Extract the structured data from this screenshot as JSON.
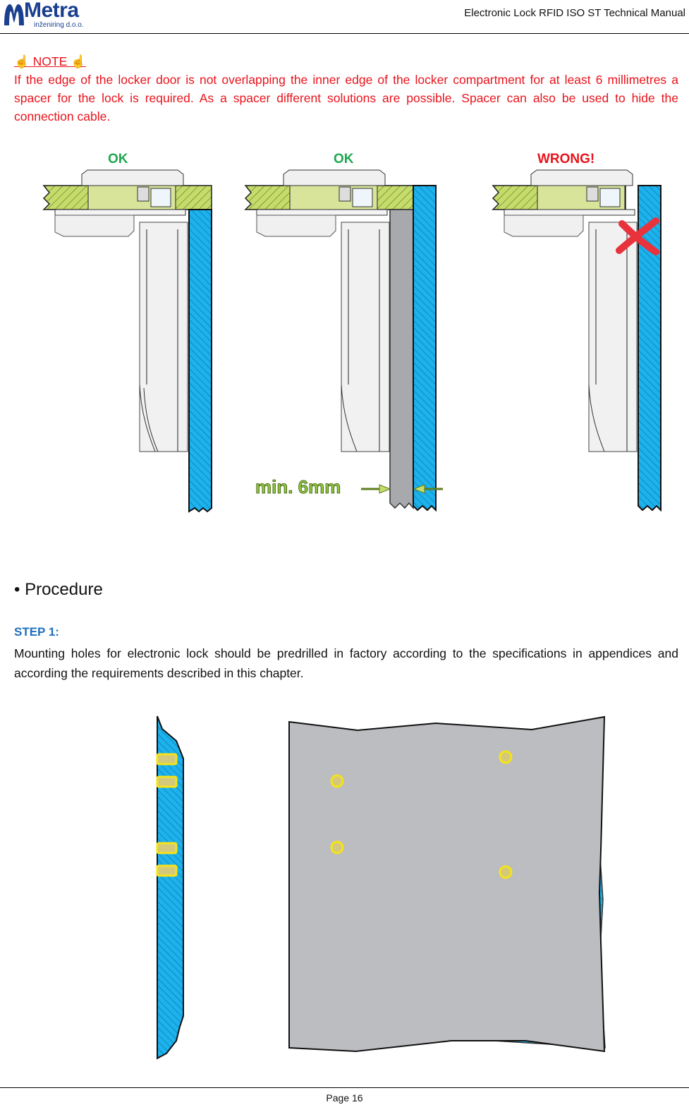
{
  "header": {
    "logo_word": "Metra",
    "logo_sub": "inženiring d.o.o.",
    "title": "Electronic Lock RFID ISO ST Technical Manual"
  },
  "note": {
    "title": "☝ NOTE ☝",
    "body": "If the edge of the locker door is not overlapping the inner edge of the locker compartment for at least 6 millimetres a spacer for the lock is required. As a spacer different solutions are possible. Spacer can also be used to hide the connection cable."
  },
  "figure1": {
    "labels": [
      {
        "text": "OK",
        "color": "#1fa84f"
      },
      {
        "text": "OK",
        "color": "#1fa84f"
      },
      {
        "text": "WRONG!",
        "color": "#e8141c"
      }
    ],
    "dimension_label": "min. 6mm",
    "colors": {
      "door": "#c5dc6a",
      "compartment": "#1cb2ee",
      "spacer": "#a7a9ac",
      "wrong_mark": "#e8323c",
      "dimension": "#8dc63f"
    }
  },
  "procedure": {
    "heading": "• Procedure",
    "step_title": "STEP 1:",
    "step_body": "Mounting holes for electronic lock should be predrilled in factory according to the specifications in appendices and according the requirements described in this chapter."
  },
  "figure2": {
    "colors": {
      "panel": "#bcbdc0",
      "edge": "#1cb2ee",
      "hole": "#d4c97a",
      "hole_ring": "#f5e31a"
    }
  },
  "footer": {
    "page": "Page 16"
  }
}
